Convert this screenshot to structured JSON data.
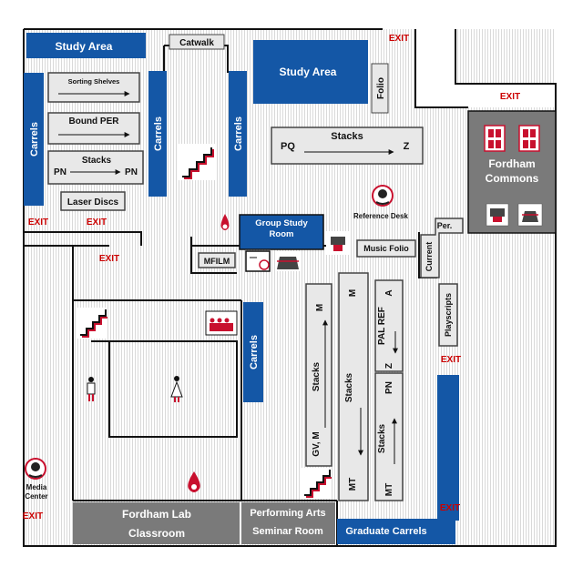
{
  "labels": {
    "study_area_left": "Study Area",
    "study_area_center": "Study Area",
    "catwalk": "Catwalk",
    "folio": "Folio",
    "carrels_left": "Carrels",
    "carrels_mid": "Carrels",
    "carrels_mid2": "Carrels",
    "carrels_lower": "Carrels",
    "sorting_shelves": "Sorting Shelves",
    "bound_per": "Bound PER",
    "stacks_pn": "Stacks",
    "pn_left": "PN",
    "pn_right": "PN",
    "laser_discs": "Laser Discs",
    "stacks_pq_title": "Stacks",
    "pq": "PQ",
    "z_top": "Z",
    "fordham_commons_1": "Fordham",
    "fordham_commons_2": "Commons",
    "reference_desk": "Reference Desk",
    "group_study_1": "Group Study",
    "group_study_2": "Room",
    "music_folio": "Music Folio",
    "per": "Per.",
    "current": "Current",
    "mfilm": "MFILM",
    "playscripts": "Playscripts",
    "stacks_col1": "Stacks",
    "gv_m": "GV, M",
    "m_col1": "M",
    "stacks_col2": "Stacks",
    "m_col2": "M",
    "mt_col2": "MT",
    "pal_ref": "PAL REF",
    "a_label": "A",
    "z_label": "Z",
    "stacks_col4": "Stacks",
    "pn_col4": "PN",
    "mt_col4": "MT",
    "media_center_1": "Media",
    "media_center_2": "Center",
    "lab_1": "Fordham Lab",
    "lab_2": "Classroom",
    "performing_1": "Performing Arts",
    "performing_2": "Seminar Room",
    "graduate_carrels": "Graduate Carrels"
  },
  "exits": [
    "EXIT",
    "EXIT",
    "EXIT",
    "EXIT",
    "EXIT",
    "EXIT",
    "EXIT",
    "EXIT"
  ],
  "icons": {
    "water": "water-fountain-icon",
    "computer": "computer-icon",
    "scanner": "scanner-icon",
    "printer": "printer-icon",
    "help": "help-desk-icon",
    "men": "mens-restroom-icon",
    "women": "womens-restroom-icon",
    "elevator": "elevator-icon",
    "stairs": "stairs-icon"
  },
  "colors": {
    "blue": "#1457a6",
    "gray": "#7a7a7a",
    "light_gray": "#e8e8e8",
    "accent_red": "#c8102e"
  }
}
